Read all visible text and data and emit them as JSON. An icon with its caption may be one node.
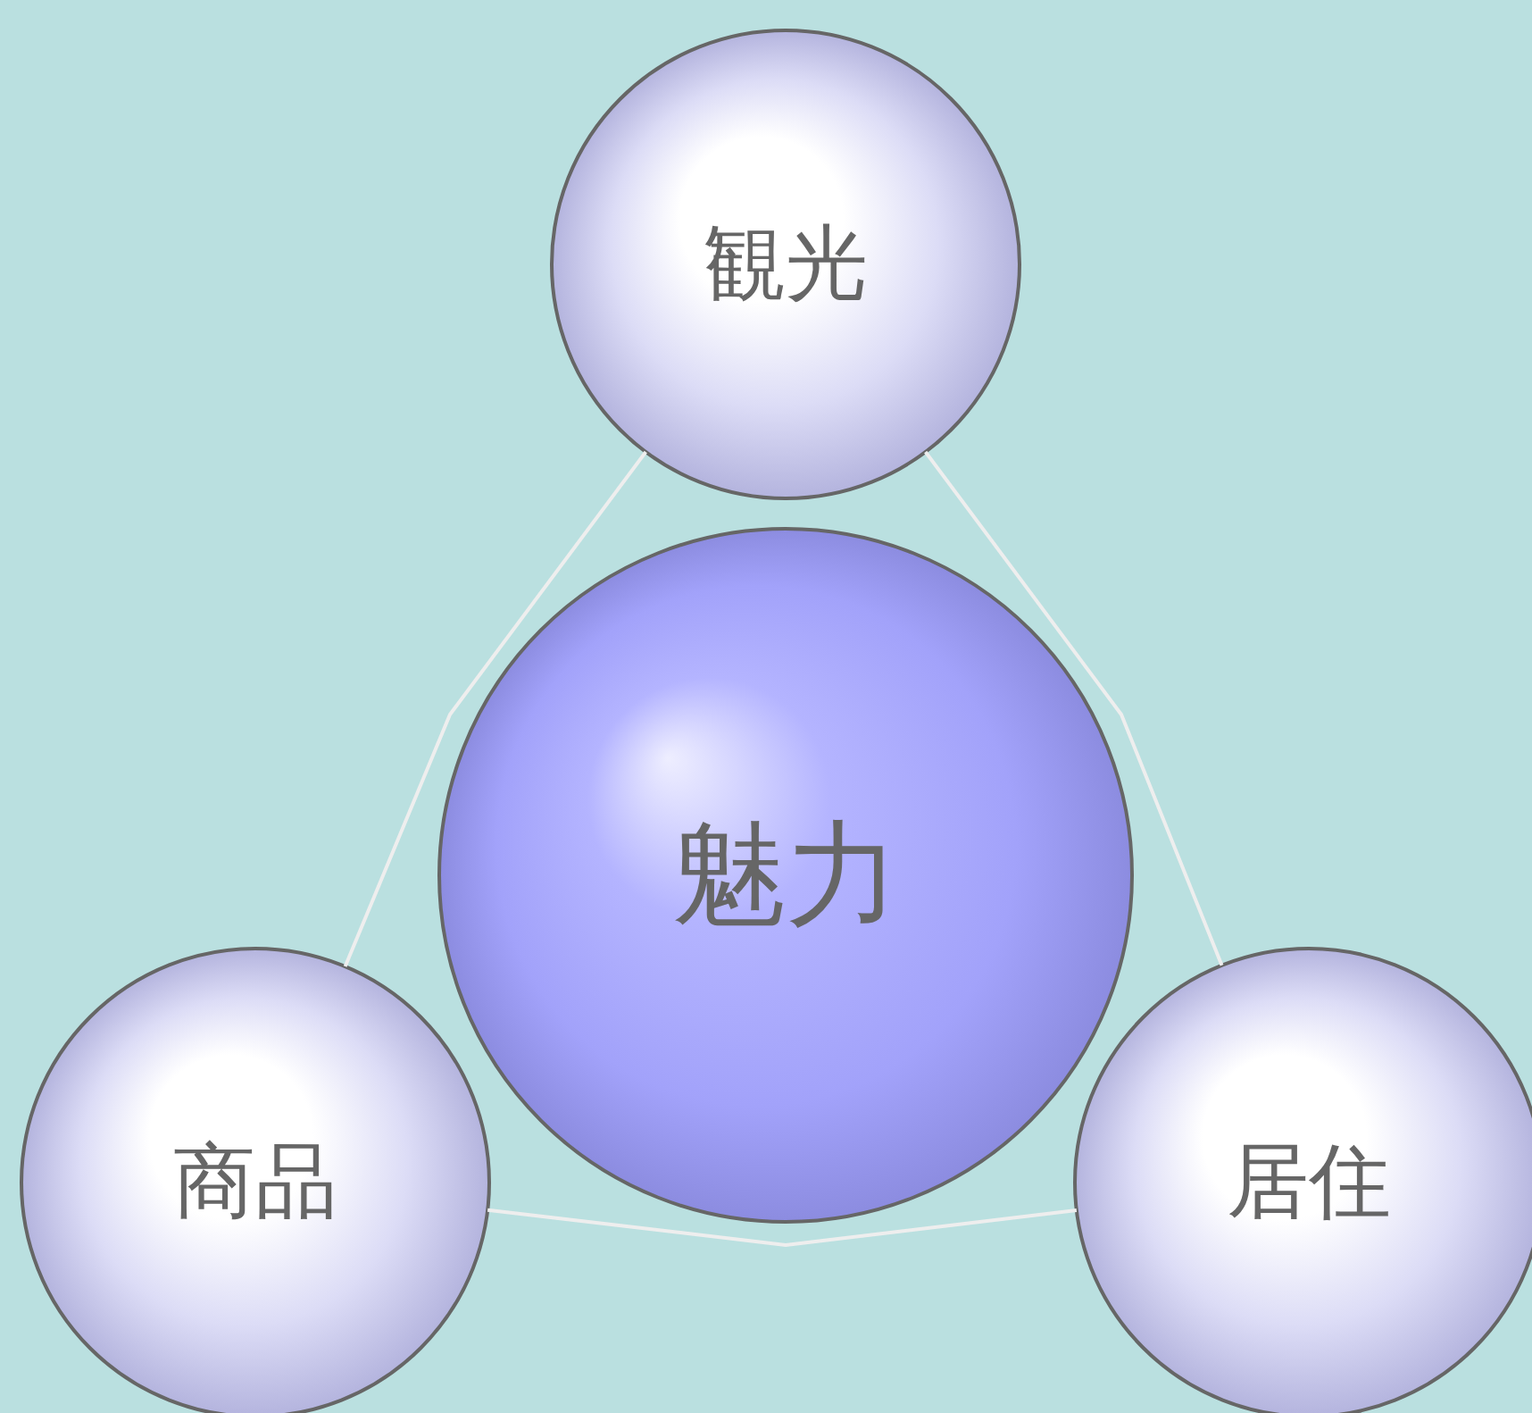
{
  "diagram": {
    "nodes": [
      {
        "text": [
          "観光"
        ]
      },
      {
        "text": [
          "魅力"
        ]
      },
      {
        "text": [
          "商品"
        ]
      },
      {
        "text": [
          "居住"
        ]
      }
    ],
    "edges": [
      {
        "from": 0,
        "to": 2,
        "arrow": "none"
      },
      {
        "from": 0,
        "to": 3,
        "arrow": "none"
      },
      {
        "from": 2,
        "to": 3,
        "arrow": "none"
      }
    ]
  }
}
